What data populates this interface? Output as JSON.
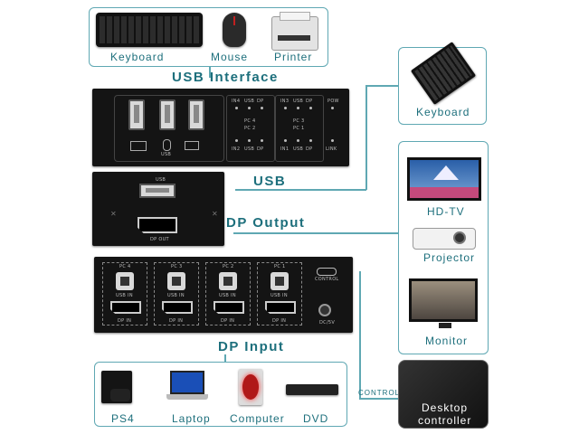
{
  "top_devices": {
    "keyboard": "Keyboard",
    "mouse": "Mouse",
    "printer": "Printer"
  },
  "section_usb_interface": "USB Interface",
  "section_usb": "USB",
  "section_dp_output": "DP Output",
  "section_dp_input": "DP Input",
  "right_devices": {
    "keyboard": "Keyboard",
    "hdtv": "HD-TV",
    "projector": "Projector",
    "monitor": "Monitor"
  },
  "bottom_devices": {
    "ps4": "PS4",
    "laptop": "Laptop",
    "computer": "Computer",
    "dvd": "DVD"
  },
  "control_label": "CONTROL",
  "desktop_controller": {
    "line1": "Desktop",
    "line2": "controller"
  },
  "front_panel": {
    "usb": "USB",
    "leds": [
      "IN4",
      "USB",
      "DP",
      "IN3",
      "USB",
      "DP",
      "POW",
      "IN2",
      "USB",
      "DP",
      "IN1",
      "USB",
      "DP",
      "LINK"
    ],
    "pc_labels": [
      "PC 4",
      "PC 2",
      "PC 3",
      "PC 1"
    ]
  },
  "side_panel": {
    "usb": "USB",
    "dp_out": "DP OUT"
  },
  "back_panel": {
    "pcs": [
      "PC 4",
      "PC 3",
      "PC 2",
      "PC 1"
    ],
    "usb_in": "USB IN",
    "dp_in": "DP IN",
    "control": "CONTROL",
    "power": "DC/5V"
  }
}
